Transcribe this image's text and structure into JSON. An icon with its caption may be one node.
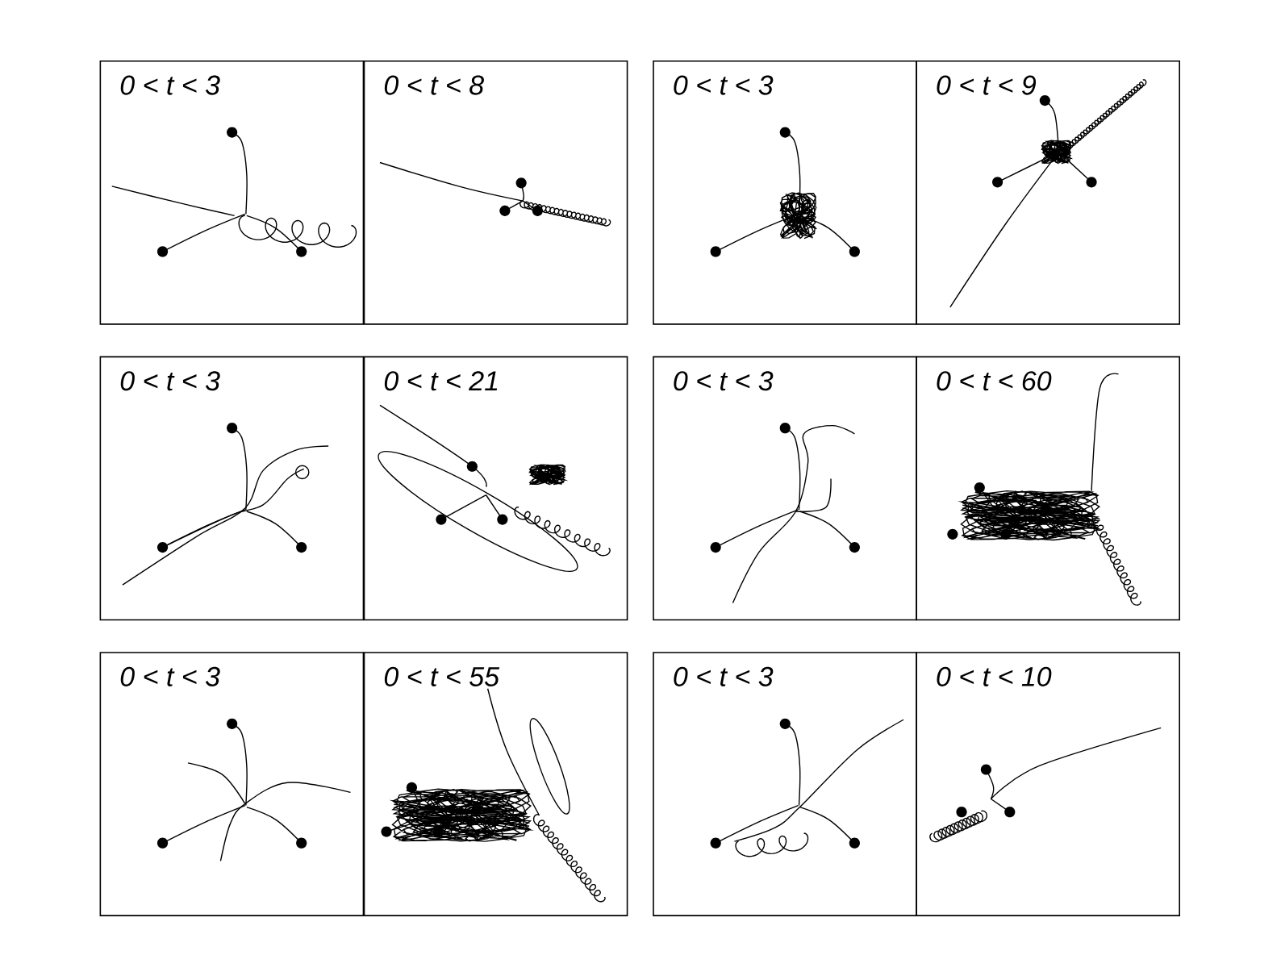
{
  "diagram": {
    "nodes": [
      {
        "text": [
          "0 < t < 3"
        ]
      },
      {
        "text": [
          "0 < t < 8"
        ]
      },
      {
        "text": [
          "0 < t < 3"
        ]
      },
      {
        "text": [
          "0 < t < 9"
        ]
      },
      {
        "text": [
          "0 < t < 3"
        ]
      },
      {
        "text": [
          "0 < t < 21"
        ]
      },
      {
        "text": [
          "0 < t < 3"
        ]
      },
      {
        "text": [
          "0 < t < 60"
        ]
      },
      {
        "text": [
          "0 < t < 3"
        ]
      },
      {
        "text": [
          "0 < t < 55"
        ]
      },
      {
        "text": [
          "0 < t < 3"
        ]
      },
      {
        "text": [
          "0 < t < 10"
        ]
      }
    ]
  }
}
